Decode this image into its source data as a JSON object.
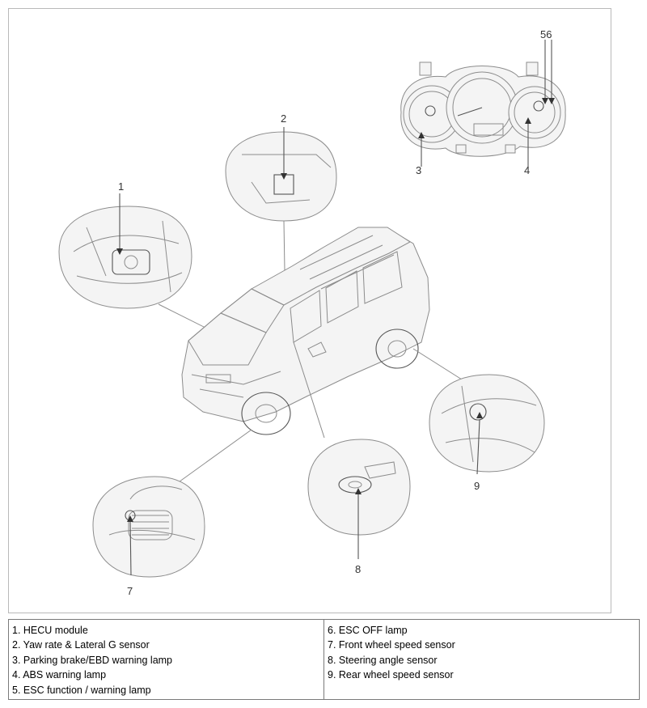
{
  "callouts": {
    "c1": "1",
    "c2": "2",
    "c3": "3",
    "c4": "4",
    "c56": "56",
    "c7": "7",
    "c8": "8",
    "c9": "9"
  },
  "legend": {
    "left": [
      "1. HECU module",
      "2. Yaw rate & Lateral G sensor",
      "3. Parking brake/EBD warning lamp",
      "4. ABS warning lamp",
      "5. ESC function / warning lamp"
    ],
    "right": [
      "6. ESC OFF lamp",
      "7. Front wheel speed sensor",
      "8. Steering angle sensor",
      "9. Rear wheel speed sensor"
    ]
  }
}
